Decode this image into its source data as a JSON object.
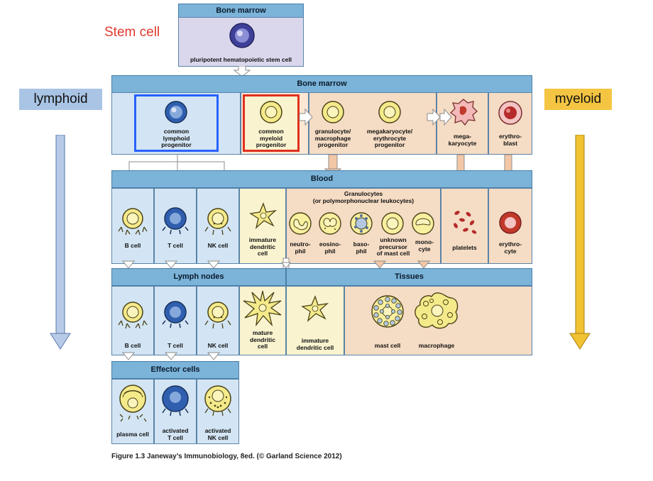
{
  "side_labels": {
    "lymphoid": "lymphoid",
    "myeloid": "myeloid",
    "stem_cell": "Stem cell"
  },
  "colors": {
    "header_blue": "#7bb3d9",
    "lymphoid_label_bg": "#a9c4e4",
    "myeloid_label_bg": "#f4c542",
    "stem_cell_text": "#e03a2f",
    "lymphoid_arrow": "#b7cbe9",
    "myeloid_arrow": "#f1c232",
    "lymphoid_highlight": "#2962ff",
    "myeloid_highlight": "#e0301e"
  },
  "headers": {
    "bone_marrow_top": "Bone marrow",
    "bone_marrow": "Bone marrow",
    "blood": "Blood",
    "lymph_nodes": "Lymph nodes",
    "tissues": "Tissues",
    "effector_cells": "Effector cells"
  },
  "cells": {
    "stem": "pluripotent hematopoietic stem cell",
    "clp": "common\nlymphoid\nprogenitor",
    "cmp": "common\nmyeloid\nprogenitor",
    "gmp": "granulocyte/\nmacrophage\nprogenitor",
    "mep": "megakaryocyte/\nerythrocyte\nprogenitor",
    "megakaryocyte": "mega-\nkaryocyte",
    "erythroblast": "erythro-\nblast",
    "granulocytes": "Granulocytes\n(or polymorphonuclear leukocytes)",
    "b_cell_blood": "B cell",
    "t_cell_blood": "T cell",
    "nk_cell_blood": "NK cell",
    "imm_dc_blood": "immature\ndendritic\ncell",
    "neutrophil": "neutro-\nphil",
    "eosinophil": "eosino-\nphil",
    "basophil": "baso-\nphil",
    "mast_precursor": "unknown\nprecursor\nof mast cell",
    "monocyte": "mono-\ncyte",
    "platelets": "platelets",
    "erythrocyte": "erythro-\ncyte",
    "b_cell_ln": "B cell",
    "t_cell_ln": "T cell",
    "nk_cell_ln": "NK cell",
    "mature_dc": "mature\ndendritic\ncell",
    "imm_dc_tissue": "immature\ndendritic cell",
    "mast_cell": "mast cell",
    "macrophage": "macrophage",
    "plasma_cell": "plasma cell",
    "activated_t": "activated\nT cell",
    "activated_nk": "activated\nNK cell"
  },
  "caption": "Figure 1.3  Janeway’s Immunobiology, 8ed. (© Garland Science 2012)"
}
